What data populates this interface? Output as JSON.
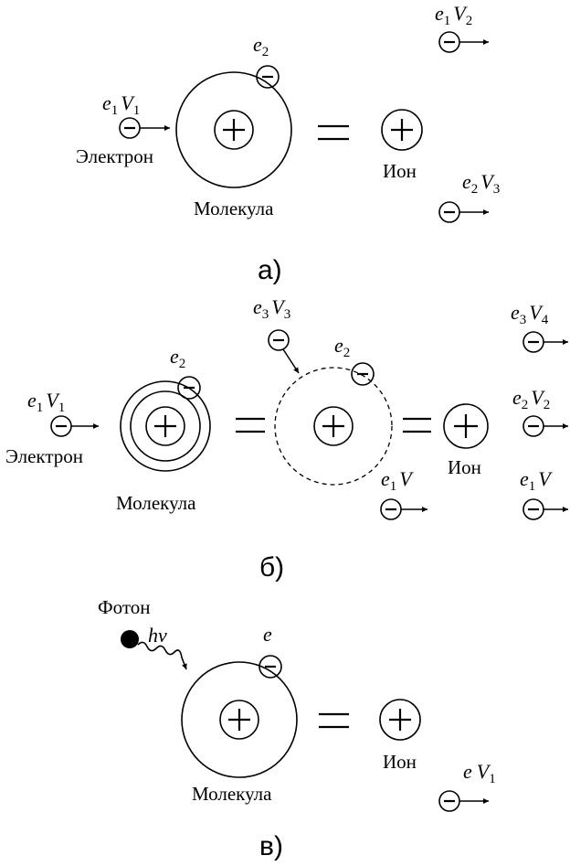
{
  "labels": {
    "electron": "Электрон",
    "molecule": "Молекула",
    "ion": "Ион",
    "photon": "Фотон",
    "hv": "hν"
  },
  "panel_a": {
    "caption": "а)",
    "e1V1": {
      "a": "e",
      "as": "1",
      "b": "V",
      "bs": "1"
    },
    "e2": {
      "a": "e",
      "as": "2"
    },
    "e1V2": {
      "a": "e",
      "as": "1",
      "b": "V",
      "bs": "2"
    },
    "e2V3": {
      "a": "e",
      "as": "2",
      "b": "V",
      "bs": "3"
    }
  },
  "panel_b": {
    "caption": "б)",
    "e1V1": {
      "a": "e",
      "as": "1",
      "b": "V",
      "bs": "1"
    },
    "e2_left": {
      "a": "e",
      "as": "2"
    },
    "e3V3": {
      "a": "e",
      "as": "3",
      "b": "V",
      "bs": "3"
    },
    "e2_mid": {
      "a": "e",
      "as": "2"
    },
    "e1V_mid": {
      "a": "e",
      "as": "1",
      "b": "V"
    },
    "e3V4": {
      "a": "e",
      "as": "3",
      "b": "V",
      "bs": "4"
    },
    "e2V2": {
      "a": "e",
      "as": "2",
      "b": "V",
      "bs": "2"
    },
    "e1V_right": {
      "a": "e",
      "as": "1",
      "b": "V"
    }
  },
  "panel_c": {
    "caption": "в)",
    "e": {
      "a": "e"
    },
    "eV1": {
      "a": "e",
      "b": "V",
      "bs": "1"
    }
  },
  "colors": {
    "ink": "#000000",
    "background": "#ffffff"
  }
}
